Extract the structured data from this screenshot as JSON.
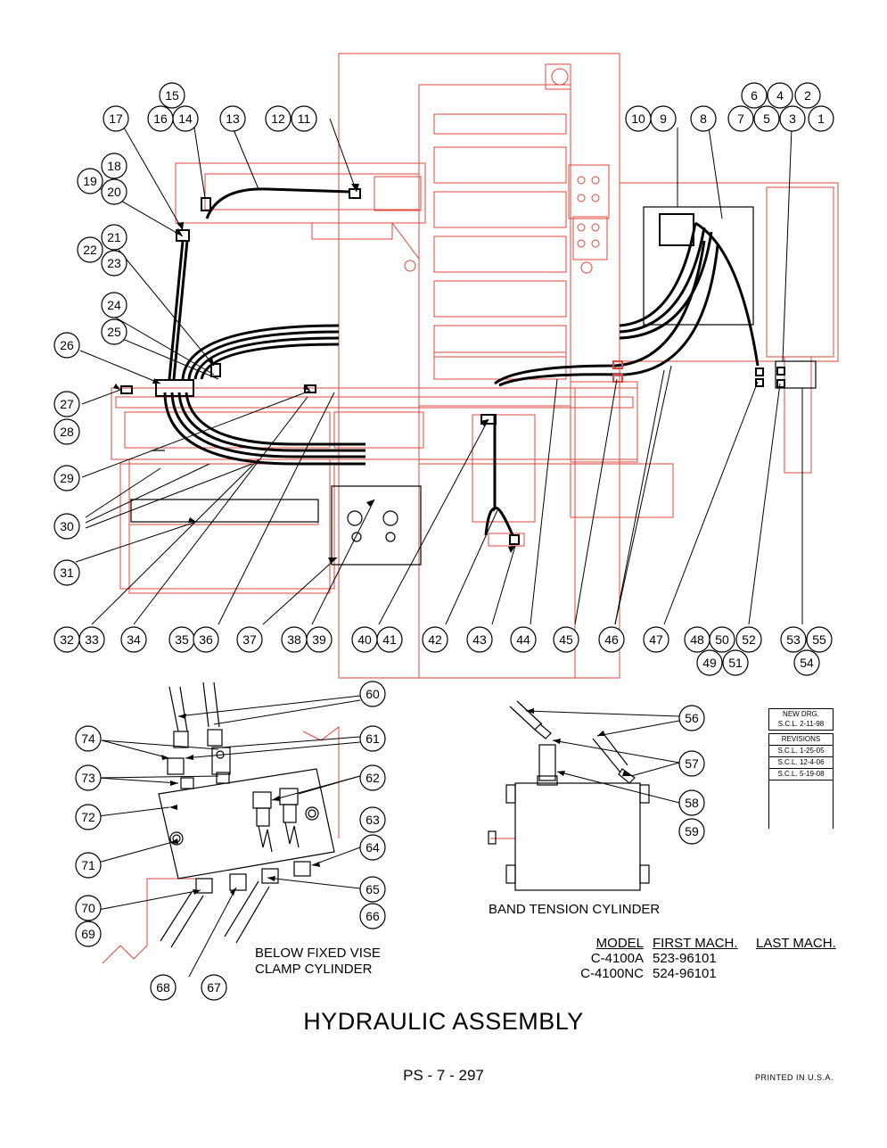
{
  "drawing_title": "HYDRAULIC ASSEMBLY",
  "page_number": "PS - 7 - 297",
  "printed": "PRINTED IN U.S.A.",
  "captions": {
    "vise_line1": "BELOW FIXED VISE",
    "vise_line2": "CLAMP CYLINDER",
    "band_tension": "BAND TENSION CYLINDER"
  },
  "model_table": {
    "headers": [
      "MODEL",
      "FIRST MACH.",
      "LAST MACH."
    ],
    "rows": [
      {
        "model": "C-4100A",
        "first": "523-96101",
        "last": ""
      },
      {
        "model": "C-4100NC",
        "first": "524-96101",
        "last": ""
      }
    ]
  },
  "revision_box": {
    "new_drawing": "NEW DRG.",
    "new_drawing_date": "S.C.L. 2-11-98",
    "header": "REVISIONS",
    "entries": [
      "S.C.L. 1-25-05",
      "S.C.L. 12-4-06",
      "S.C.L. 5-19-08"
    ]
  },
  "callouts": [
    "1",
    "2",
    "3",
    "4",
    "5",
    "6",
    "7",
    "8",
    "9",
    "10",
    "11",
    "12",
    "13",
    "14",
    "15",
    "16",
    "17",
    "18",
    "19",
    "20",
    "21",
    "22",
    "23",
    "24",
    "25",
    "26",
    "27",
    "28",
    "29",
    "30",
    "31",
    "32",
    "33",
    "34",
    "35",
    "36",
    "37",
    "38",
    "39",
    "40",
    "41",
    "42",
    "43",
    "44",
    "45",
    "46",
    "47",
    "48",
    "49",
    "50",
    "51",
    "52",
    "53",
    "54",
    "55",
    "56",
    "57",
    "58",
    "59",
    "60",
    "61",
    "62",
    "63",
    "64",
    "65",
    "66",
    "67",
    "68",
    "69",
    "70",
    "71",
    "72",
    "73",
    "74"
  ],
  "colors": {
    "machine_outline": "#e0443a",
    "hydraulic_lines": "#000000",
    "background": "#ffffff"
  }
}
